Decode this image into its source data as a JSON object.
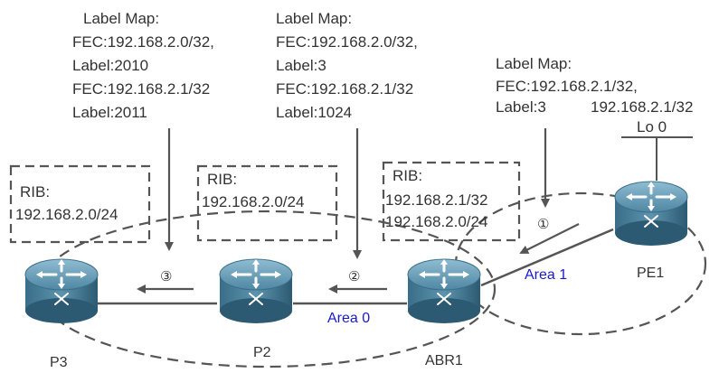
{
  "label_maps": [
    {
      "lines": [
        "Label Map:",
        "FEC:192.168.2.0/32,",
        "Label:2010",
        "FEC:192.168.2.1/32",
        "Label:2011"
      ]
    },
    {
      "lines": [
        "Label Map:",
        "FEC:192.168.2.0/32,",
        "Label:3",
        "FEC:192.168.2.1/32",
        "Label:1024"
      ]
    },
    {
      "lines": [
        "Label Map:",
        "FEC:192.168.2.1/32,",
        "Label:3"
      ]
    }
  ],
  "ribs": [
    {
      "lines": [
        "RIB:",
        "192.168.2.0/24"
      ]
    },
    {
      "lines": [
        "RIB:",
        "192.168.2.0/24"
      ]
    },
    {
      "lines": [
        "RIB:",
        "192.168.2.1/32",
        "192.168.2.0/24"
      ]
    }
  ],
  "loopback": {
    "address": "192.168.2.1/32",
    "interface": "Lo 0"
  },
  "devices": {
    "p3": "P3",
    "p2": "P2",
    "abr1": "ABR1",
    "pe1": "PE1"
  },
  "areas": {
    "area0": "Area 0",
    "area1": "Area 1"
  },
  "steps": {
    "s1": "①",
    "s2": "②",
    "s3": "③"
  },
  "colors": {
    "router_dark": "#2f5f78",
    "router_light": "#6fa0b8",
    "area_text": "#1a1acc",
    "line": "#555555"
  }
}
